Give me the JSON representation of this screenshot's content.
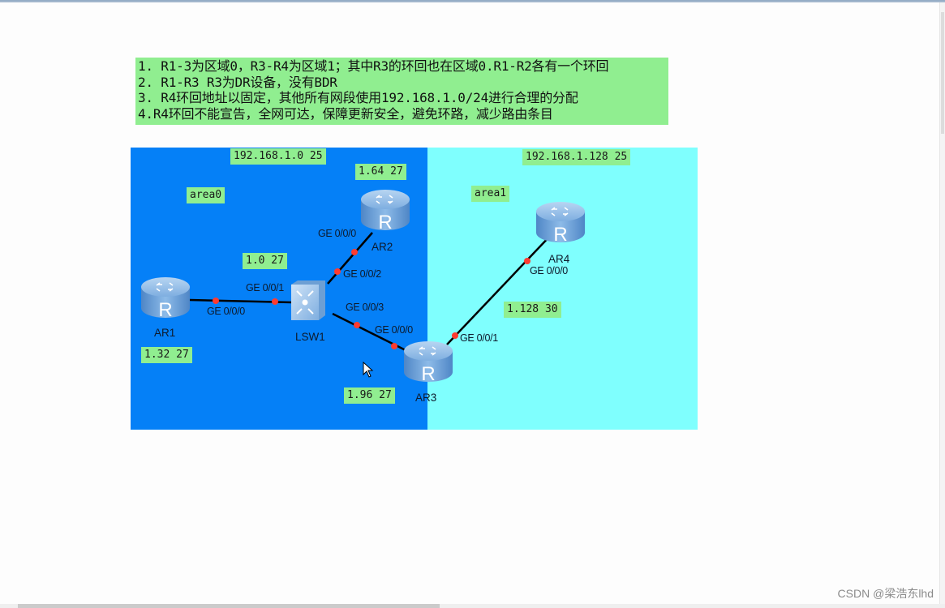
{
  "requirements": [
    "1. R1-3为区域0，R3-R4为区域1；其中R3的环回也在区域0.R1-R2各有一个环回",
    "2. R1-R3 R3为DR设备，没有BDR",
    "3. R4环回地址以固定，其他所有网段使用192.168.1.0/24进行合理的分配",
    "4.R4环回不能宣告，全网可达，保障更新安全，避免环路，减少路由条目"
  ],
  "areas": {
    "area0": {
      "label": "area0",
      "subnet": "192.168.1.0 25",
      "color": "#0580f7"
    },
    "area1": {
      "label": "area1",
      "subnet": "192.168.1.128 25",
      "color": "#7ffffe"
    }
  },
  "subnets": {
    "ar1": "1.32 27",
    "ar2": "1.64 27",
    "lsw": "1.0 27",
    "ar3": "1.96 27",
    "ar3_ar4": "1.128 30"
  },
  "devices": {
    "ar1": {
      "name": "AR1",
      "type": "router"
    },
    "ar2": {
      "name": "AR2",
      "type": "router"
    },
    "ar3": {
      "name": "AR3",
      "type": "router"
    },
    "ar4": {
      "name": "AR4",
      "type": "router"
    },
    "lsw1": {
      "name": "LSW1",
      "type": "switch"
    }
  },
  "ports": {
    "ar1_g000": "GE 0/0/0",
    "lsw_g001": "GE 0/0/1",
    "ar2_g000": "GE 0/0/0",
    "lsw_g002": "GE 0/0/2",
    "lsw_g003": "GE 0/0/3",
    "ar3_g000": "GE 0/0/0",
    "ar3_g001": "GE 0/0/1",
    "ar4_g000": "GE 0/0/0"
  },
  "links": [
    {
      "from": "AR1 GE 0/0/0",
      "to": "LSW1 GE 0/0/1"
    },
    {
      "from": "AR2 GE 0/0/0",
      "to": "LSW1 GE 0/0/2"
    },
    {
      "from": "LSW1 GE 0/0/3",
      "to": "AR3 GE 0/0/0"
    },
    {
      "from": "AR3 GE 0/0/1",
      "to": "AR4 GE 0/0/0"
    }
  ],
  "watermark": "CSDN @梁浩东lhd"
}
